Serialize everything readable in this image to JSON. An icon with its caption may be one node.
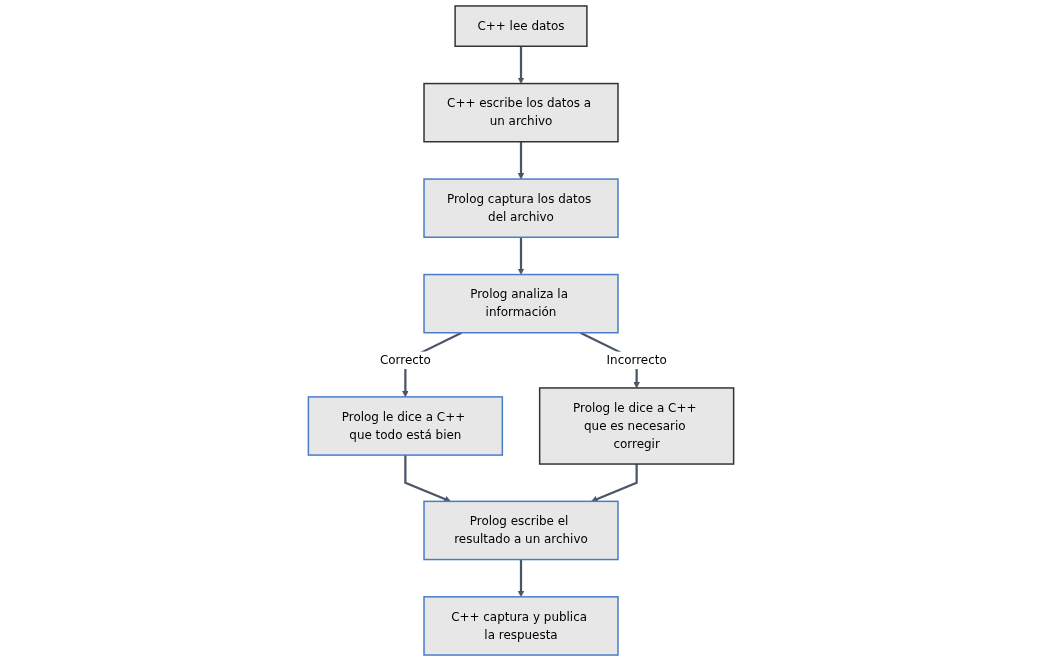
{
  "diagram": {
    "nodes": [
      {
        "text": [
          "C++ lee datos"
        ]
      },
      {
        "text": [
          "C++ escribe los datos a un archivo"
        ]
      },
      {
        "text": [
          "Prolog captura los datos del archivo"
        ]
      },
      {
        "text": [
          "Prolog analiza la información"
        ]
      },
      {
        "text": [
          "Prolog le dice a C++ que todo está bien"
        ]
      },
      {
        "text": [
          "Prolog le dice a C++ que es necesario corregir"
        ]
      },
      {
        "text": [
          "Prolog escribe el resultado a un archivo"
        ]
      },
      {
        "text": [
          "C++ captura y publica la respuesta"
        ]
      }
    ],
    "edges": [
      {
        "from": 0,
        "to": 1,
        "arrow": "to"
      },
      {
        "from": 1,
        "to": 2,
        "arrow": "to"
      },
      {
        "from": 2,
        "to": 3,
        "arrow": "to"
      },
      {
        "from": 3,
        "to": 4,
        "arrow": "to",
        "label": "Correcto"
      },
      {
        "from": 3,
        "to": 5,
        "arrow": "to",
        "label": "Incorrecto"
      },
      {
        "from": 4,
        "to": 6,
        "arrow": "to"
      },
      {
        "from": 5,
        "to": 6,
        "arrow": "to"
      },
      {
        "from": 6,
        "to": 7,
        "arrow": "to"
      }
    ]
  }
}
